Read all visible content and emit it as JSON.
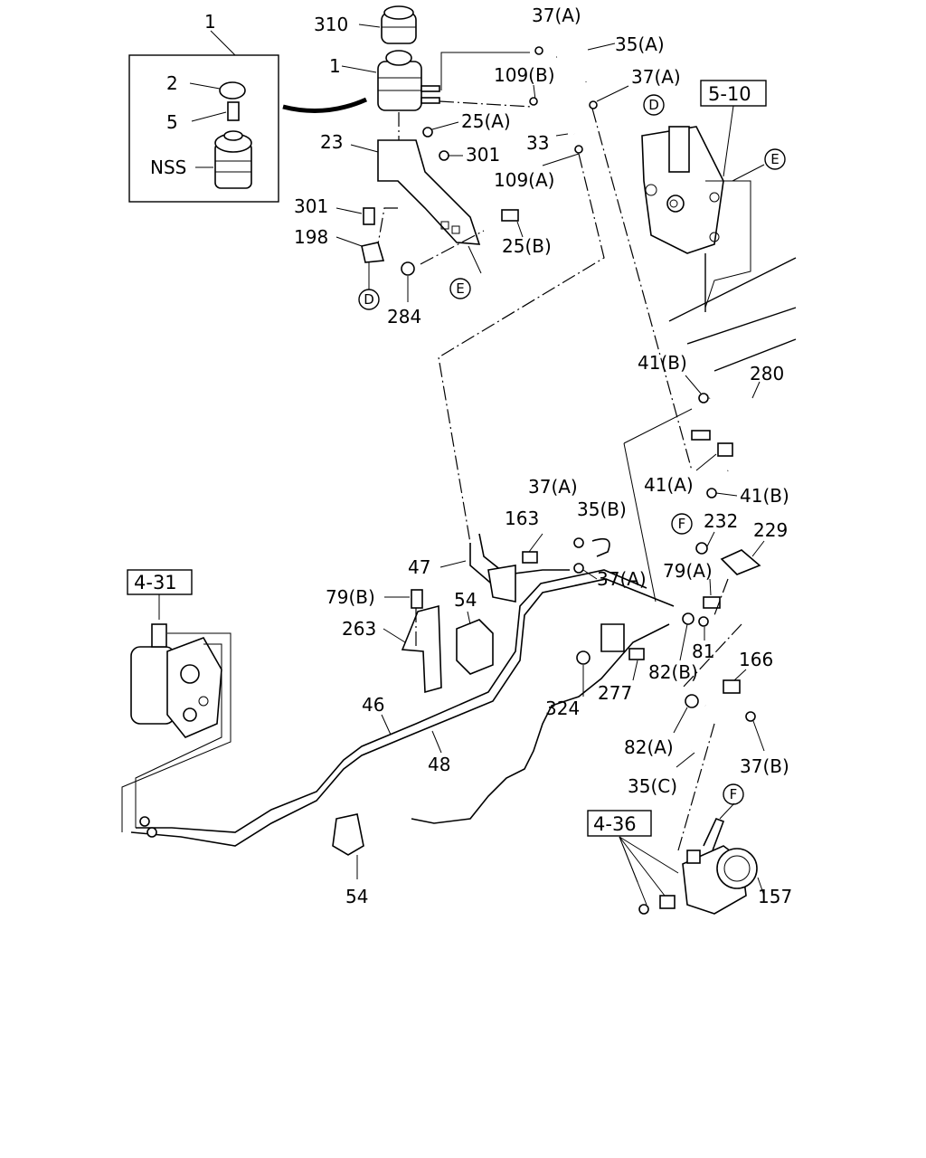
{
  "callouts": {
    "c1_box": "1",
    "c310": "310",
    "c1_tank": "1",
    "c2": "2",
    "c5": "5",
    "cNSS": "NSS",
    "c37A_top": "37(A)",
    "c35A": "35(A)",
    "c109B": "109(B)",
    "c37A_2": "37(A)",
    "c25A": "25(A)",
    "c23": "23",
    "c301a": "301",
    "c33": "33",
    "c109A": "109(A)",
    "c301b": "301",
    "c198": "198",
    "c25B": "25(B)",
    "c284": "284",
    "c41B_a": "41(B)",
    "c280": "280",
    "c41A": "41(A)",
    "c41B_b": "41(B)",
    "c232": "232",
    "c229": "229",
    "c37A_3": "37(A)",
    "c163": "163",
    "c35B": "35(B)",
    "c47": "47",
    "c37A_4": "37(A)",
    "c79B": "79(B)",
    "c54a": "54",
    "c263": "263",
    "c79A": "79(A)",
    "c81": "81",
    "c82B": "82(B)",
    "c166": "166",
    "c324": "324",
    "c277": "277",
    "c46": "46",
    "c48": "48",
    "c82A": "82(A)",
    "c37B": "37(B)",
    "c35C": "35(C)",
    "c54b": "54",
    "c157": "157"
  },
  "refs": {
    "r5_10": "5-10",
    "r4_31": "4-31",
    "r4_36": "4-36"
  },
  "markers": {
    "D1": "D",
    "E1": "E",
    "D2": "D",
    "E2": "E",
    "F1": "F",
    "F2": "F"
  }
}
